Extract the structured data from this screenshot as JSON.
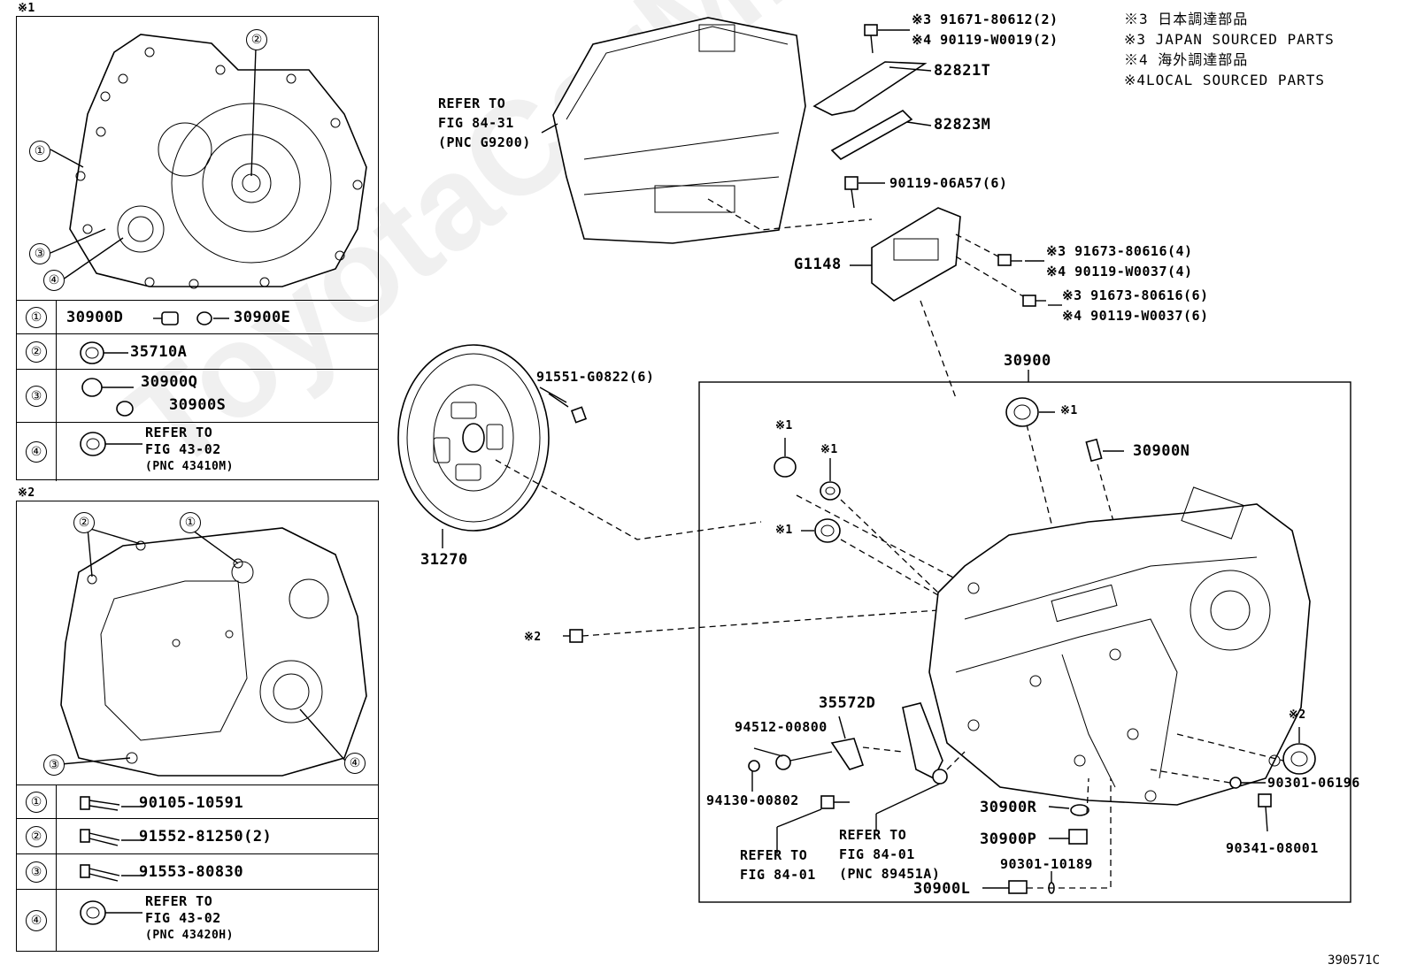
{
  "panel1": {
    "tag": "※1",
    "callouts": [
      "①",
      "②",
      "③",
      "④"
    ],
    "rows": [
      {
        "num": "①",
        "parts": [
          "30900D",
          "30900E"
        ]
      },
      {
        "num": "②",
        "parts": [
          "35710A"
        ]
      },
      {
        "num": "③",
        "parts": [
          "30900Q",
          "30900S"
        ]
      },
      {
        "num": "④",
        "refer": [
          "REFER TO",
          "FIG 43-02",
          "(PNC 43410M)"
        ]
      }
    ]
  },
  "panel2": {
    "tag": "※2",
    "callouts": [
      "①",
      "②",
      "③",
      "④"
    ],
    "rows": [
      {
        "num": "①",
        "parts": [
          "90105-10591"
        ]
      },
      {
        "num": "②",
        "parts": [
          "91552-81250(2)"
        ]
      },
      {
        "num": "③",
        "parts": [
          "91553-80830"
        ]
      },
      {
        "num": "④",
        "refer": [
          "REFER TO",
          "FIG 43-02",
          "(PNC 43420H)"
        ]
      }
    ]
  },
  "legend": [
    "※3 日本調達部品",
    "※3 JAPAN SOURCED PARTS",
    "※4 海外調達部品",
    "※4LOCAL SOURCED PARTS"
  ],
  "labels": {
    "p91671": "※3 91671-80612(2)",
    "p90119a": "※4 90119-W0019(2)",
    "p82821": "82821T",
    "p82823": "82823M",
    "p90119b": "90119-06A57(6)",
    "refer8431": [
      "REFER TO",
      "FIG 84-31",
      "(PNC G9200)"
    ],
    "g1148": "G1148",
    "p91673a": "※3 91673-80616(4)",
    "p90119c": "※4 90119-W0037(4)",
    "p91673b": "※3 91673-80616(6)",
    "p90119d": "※4 90119-W0037(6)",
    "p30900": "30900",
    "p91551": "91551-G0822(6)",
    "p31270": "31270",
    "star1a": "※1",
    "star1b": "※1",
    "star1c": "※1",
    "star1d": "※1",
    "star2a": "※2",
    "star2b": "※2",
    "p30900N": "30900N",
    "p35572D": "35572D",
    "p94512": "94512-00800",
    "p94130": "94130-00802",
    "refer8401a": [
      "REFER TO",
      "FIG 84-01"
    ],
    "refer8401b": [
      "REFER TO",
      "FIG 84-01",
      "(PNC 89451A)"
    ],
    "p30900R": "30900R",
    "p30900P": "30900P",
    "p90301a": "90301-10189",
    "p30900L": "30900L",
    "p90301b": "90301-06196",
    "p90341": "90341-08001",
    "figcode": "390571C"
  },
  "watermark": "ToyotaCarMire.ru"
}
